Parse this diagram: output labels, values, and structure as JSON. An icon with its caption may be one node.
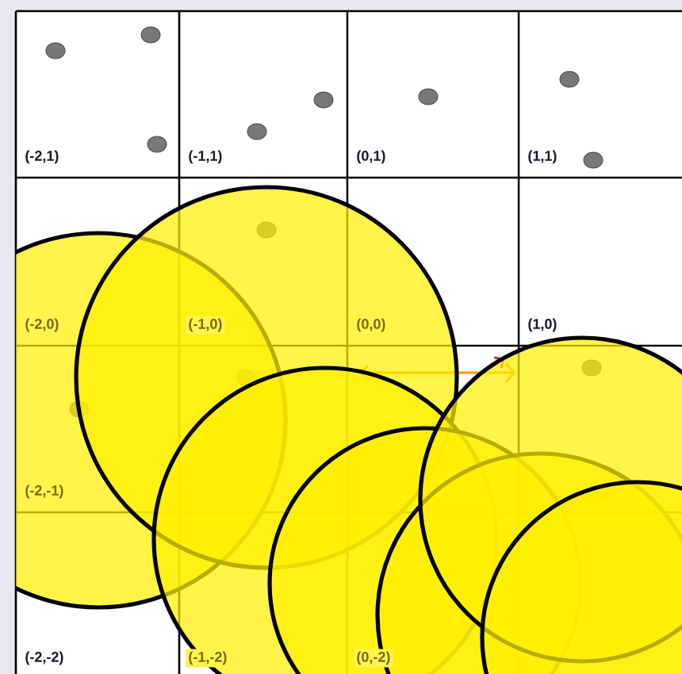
{
  "diagram": {
    "labels": [
      "(-2,1)",
      "(-1,1)",
      "(0,1)",
      "(1,1)",
      "(-2,0)",
      "(-1,0)",
      "(0,0)",
      "(1,0)",
      "(-2,-1)",
      "(-2,-2)",
      "(-1,-2)",
      "(0,-2)"
    ]
  }
}
